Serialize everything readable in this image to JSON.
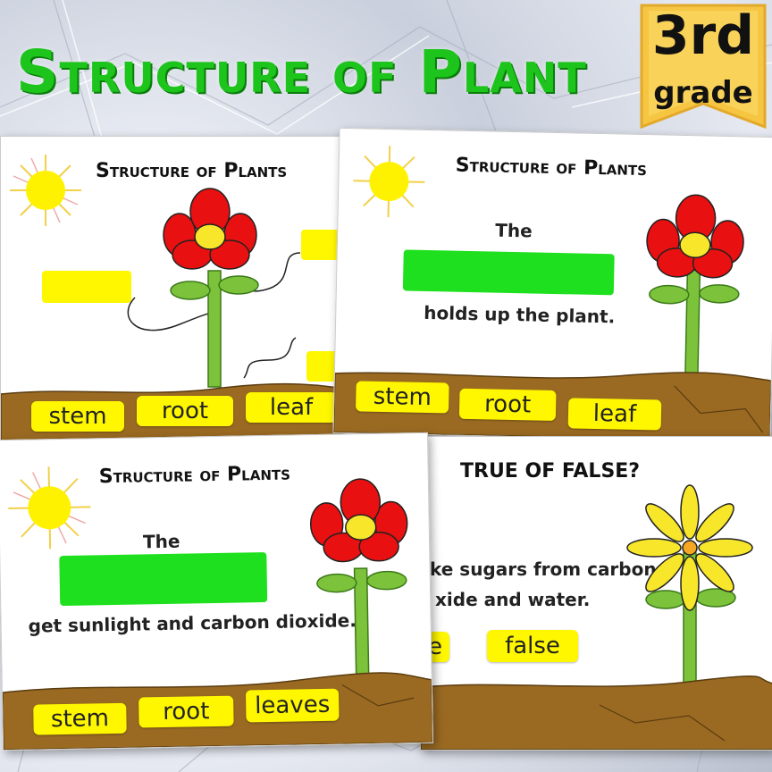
{
  "main_title": "Structure of Plant",
  "grade": {
    "number": "3rd",
    "label": "grade"
  },
  "cards": [
    {
      "title": "Structure of Plants",
      "chips": [
        "stem",
        "root",
        "leaf"
      ]
    },
    {
      "title": "Structure of Plants",
      "line1": "The",
      "line2": "holds up the plant.",
      "chips": [
        "stem",
        "root",
        "leaf"
      ]
    },
    {
      "title": "Structure of Plants",
      "line1": "The",
      "line2": "get sunlight and carbon dioxide.",
      "chips": [
        "stem",
        "root",
        "leaves"
      ]
    },
    {
      "title": "TRUE OF FALSE?",
      "line1": "ke sugars from carbon",
      "line2": "xide and water.",
      "chips": [
        "e",
        "false"
      ]
    }
  ],
  "colors": {
    "title_green": "#1cc41c",
    "chip_yellow": "#fff700",
    "blank_green": "#1ee01e",
    "soil_brown": "#9a6a22",
    "petal_red": "#e81010",
    "petal_yellow": "#f7e62a",
    "stem_green": "#7cc23a"
  }
}
